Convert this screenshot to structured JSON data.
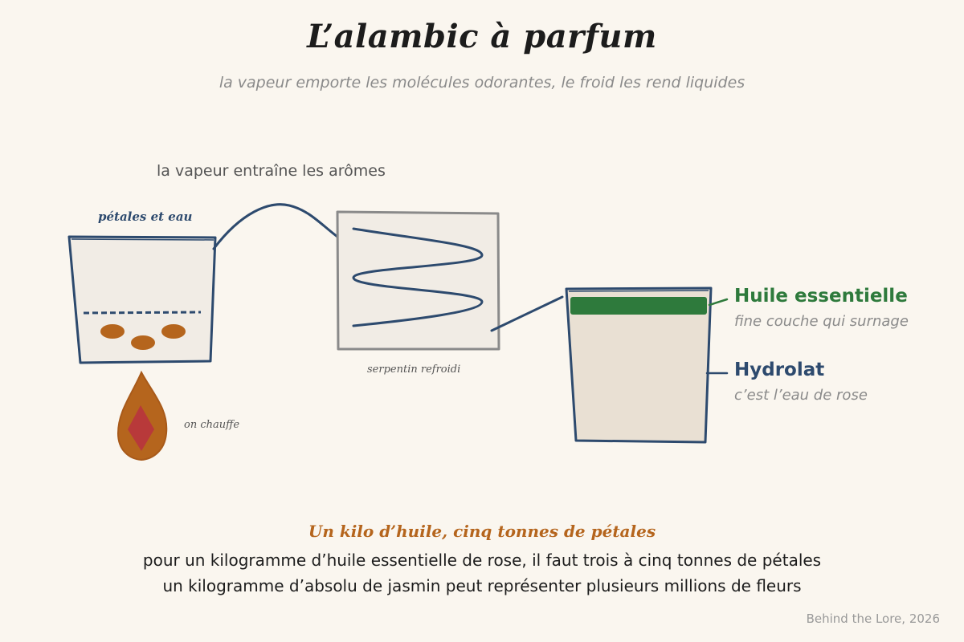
{
  "title": "L’alambic à parfum",
  "subtitle": "la vapeur emporte les molécules odorantes, le froid les rend liquides",
  "diagram": {
    "vapor_label": "la vapeur entraîne les arômes",
    "still_label": "pétales et eau",
    "heat_label": "on chauffe",
    "condenser_label": "serpentin refroidi",
    "oil_label": "Huile essentielle",
    "oil_note": "fine couche qui surnage",
    "hydrosol_label": "Hydrolat",
    "hydrosol_note": "c’est l’eau de rose"
  },
  "fact": {
    "heading": "Un kilo d’huile, cinq tonnes de pétales",
    "line1": "pour un kilogramme d’huile essentielle de rose, il faut trois à cinq tonnes de pétales",
    "line2": "un kilogramme d’absolu de jasmin peut représenter plusieurs millions de fleurs"
  },
  "credit": "Behind the Lore, 2026",
  "colors": {
    "ink": "#2d4a6e",
    "oil": "#2e7a3c",
    "flame": "#b5651d",
    "flame_core": "#b8393a",
    "condenser_frame": "#8a8a8a"
  }
}
